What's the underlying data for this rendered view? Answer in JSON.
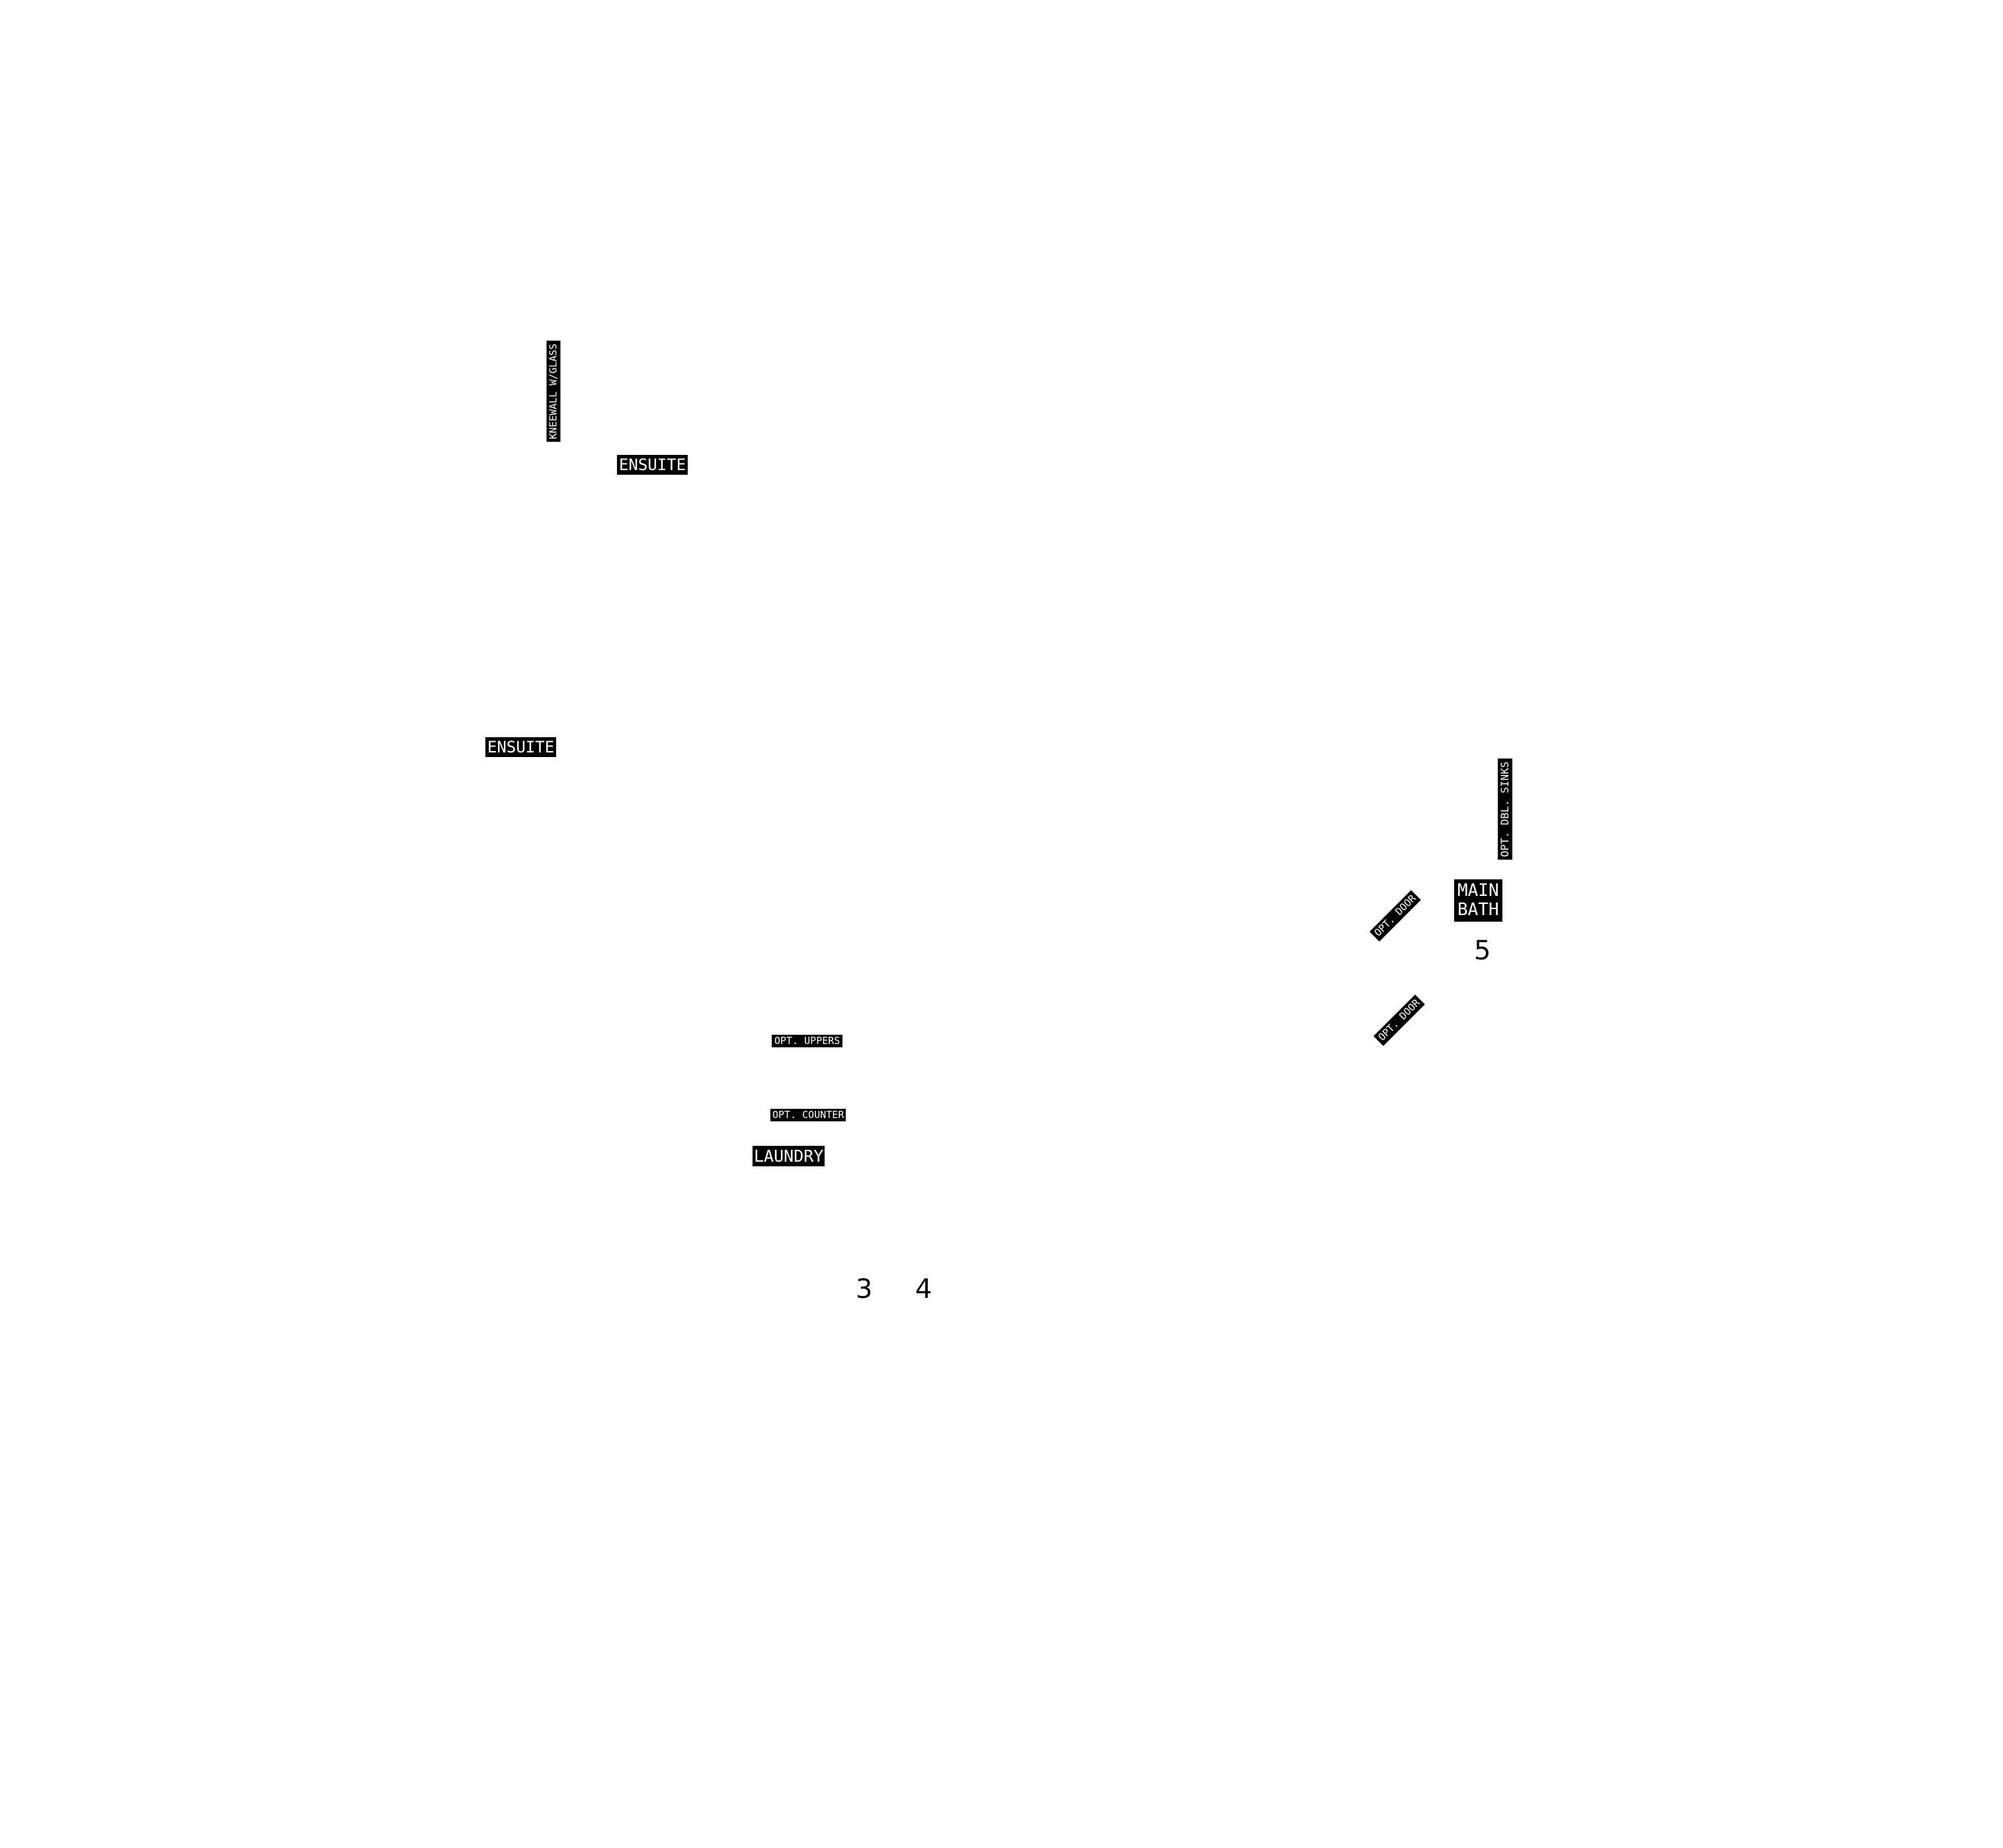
{
  "plan": {
    "kneewall_label": "KNEEWALL W/GLASS",
    "ensuite_top_label": "ENSUITE",
    "ensuite_left_label": "ENSUITE",
    "opt_dbl_sinks_label": "OPT. DBL. SINKS",
    "main_bath_line1": "MAIN",
    "main_bath_line2": "BATH",
    "opt_door_upper_label": "OPT. DOOR",
    "opt_door_lower_label": "OPT. DOOR",
    "number_5": "5",
    "opt_uppers_label": "OPT. UPPERS",
    "opt_counter_label": "OPT. COUNTER",
    "laundry_label": "LAUNDRY",
    "number_3": "3",
    "number_4": "4"
  }
}
